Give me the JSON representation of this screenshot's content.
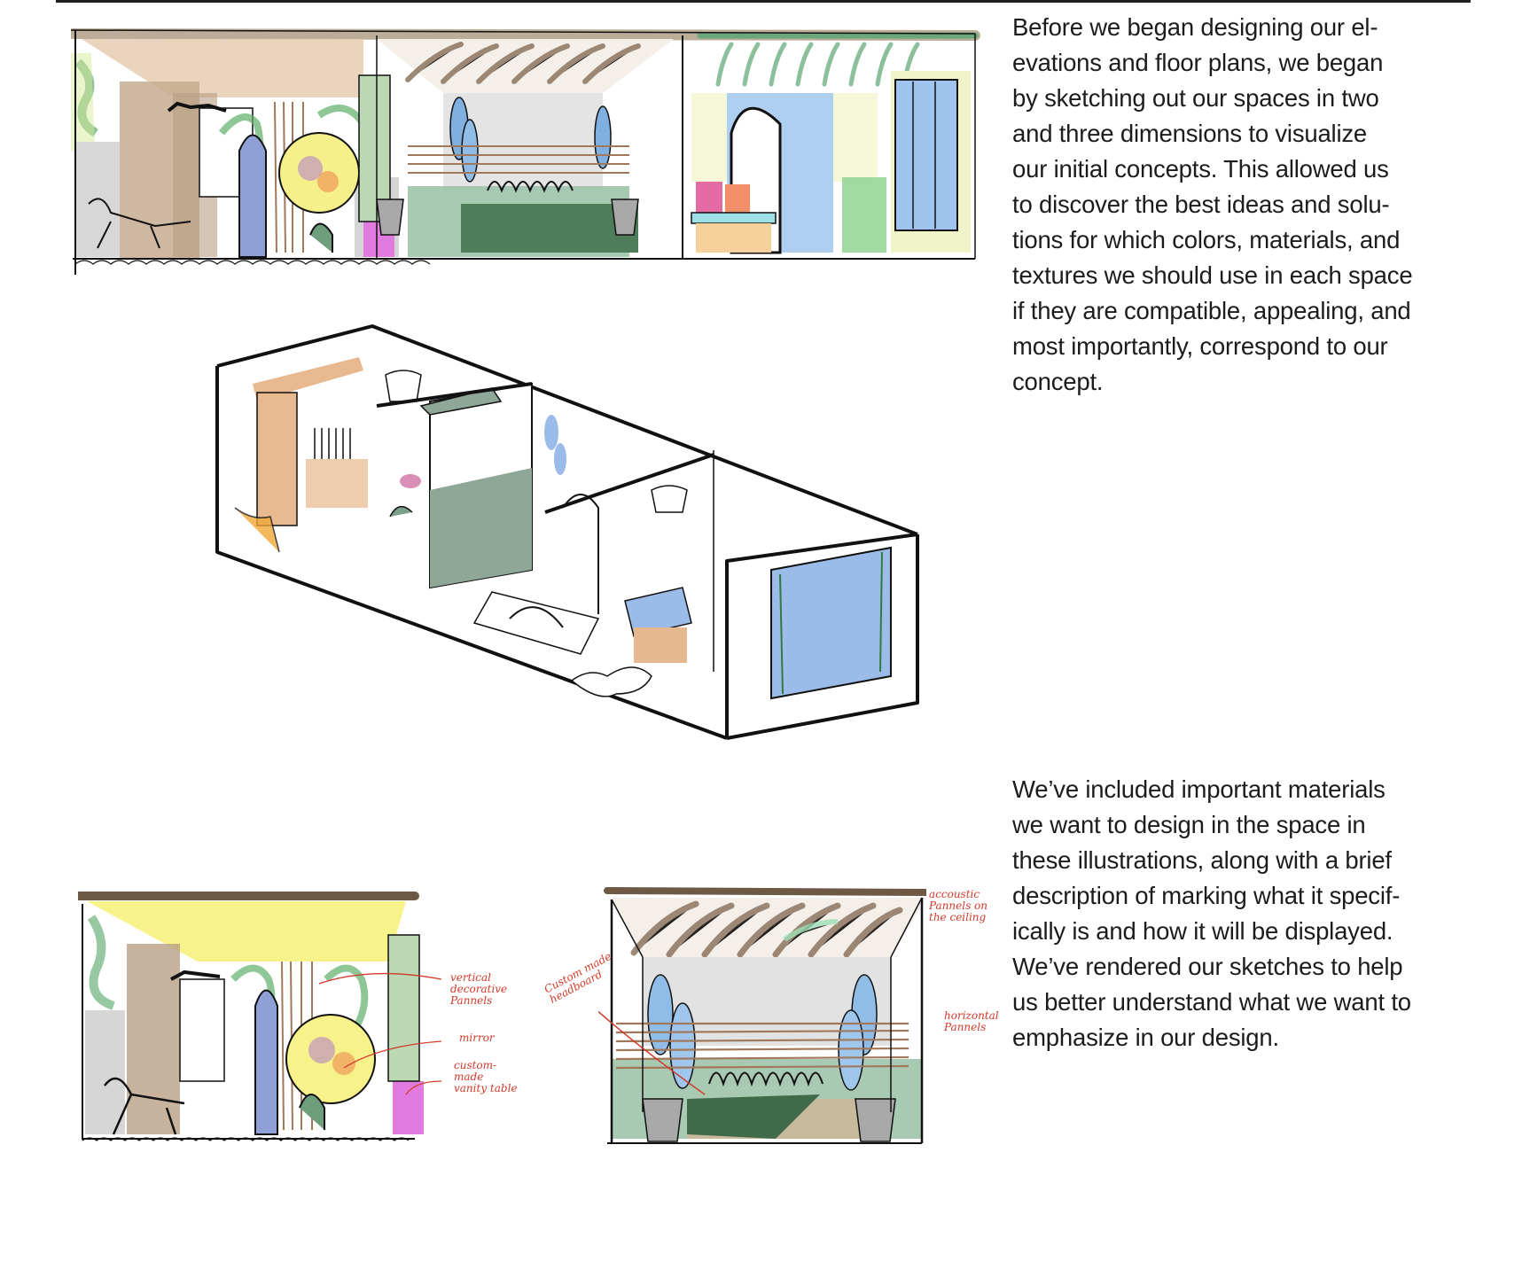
{
  "page": {
    "background": "#ffffff",
    "rule_color": "#1e1e1e"
  },
  "paragraphs": [
    {
      "id": "intro",
      "lines": [
        "Before we began designing our el-",
        "evations and floor plans, we began",
        "by sketching out our spaces in two",
        "and three dimensions to visualize",
        "our initial concepts. This allowed us",
        "to discover the best ideas and solu-",
        "tions for which colors, materials, and",
        "textures we should use in each space",
        "if they are compatible, appealing, and",
        "most importantly, correspond to our",
        "concept."
      ]
    },
    {
      "id": "materials",
      "lines": [
        "We’ve included important materials",
        "we want to design in the space in",
        "these illustrations, along with a brief",
        "description of marking what it specif-",
        "ically is and how it will be displayed.",
        "We’ve rendered our sketches to help",
        "us better understand what we want to",
        "emphasize in our design."
      ]
    }
  ],
  "figures": [
    {
      "id": "elevation-full",
      "description": "Colored hand sketch: full section elevation of vanity, bedroom and seating nook spaces"
    },
    {
      "id": "isometric",
      "description": "Isometric hand sketch of the whole unit with partitions"
    },
    {
      "id": "elevation-vanity",
      "description": "Rendered elevation of the vanity area with annotations"
    },
    {
      "id": "elevation-bedroom",
      "description": "Rendered elevation of the bedroom area with annotations"
    }
  ],
  "annotations": {
    "vanity": {
      "vertical_panels": [
        "vertical",
        "decorative",
        "Pannels"
      ],
      "mirror": [
        "mirror"
      ],
      "vanity_table": [
        "custom-",
        "made",
        "vanity table"
      ]
    },
    "bedroom": {
      "acoustic": [
        "accoustic",
        "Pannels on",
        "the ceiling"
      ],
      "horizontal": [
        "horizontal",
        "Pannels"
      ],
      "headboard": [
        "Custom made",
        "headboard"
      ]
    }
  },
  "palette": {
    "ink": "#111111",
    "annotation_red": "#d23a2a",
    "wood_tan": "#b59c82",
    "ceiling_brown": "#8c7660",
    "sage_green": "#8fb39b",
    "leaf_green": "#5fae6a",
    "sky_blue": "#8fb5e6",
    "lavender_blue": "#8ea0d6",
    "mirror_yellow": "#f6f08a",
    "magenta": "#e27be0",
    "light_gray": "#d5d5d5",
    "pale_yellow": "#f7f7c2",
    "peach": "#e8b98f"
  }
}
